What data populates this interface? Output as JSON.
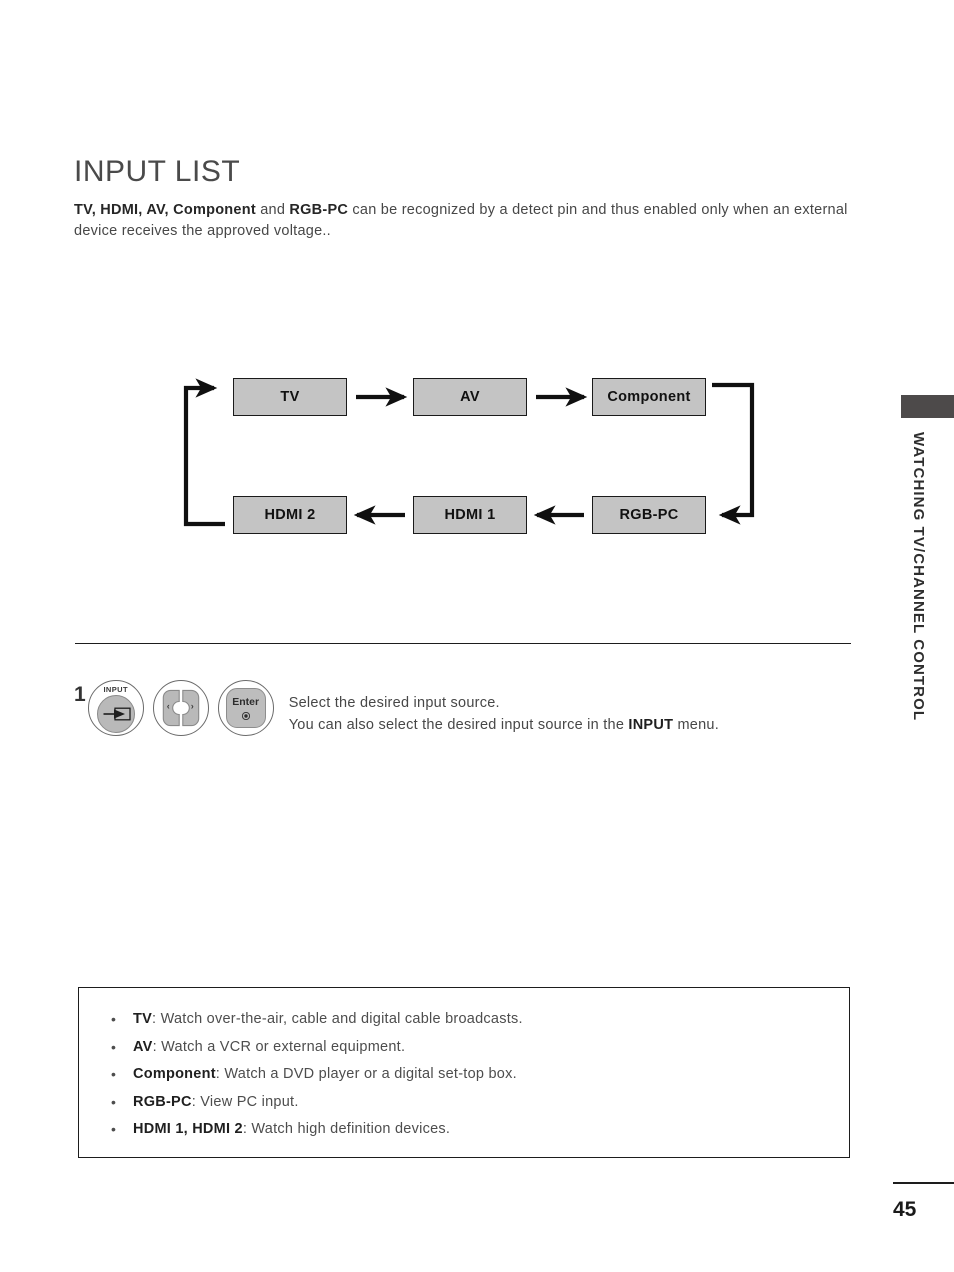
{
  "page": {
    "title": "INPUT LIST",
    "number": "45",
    "sidebar_label": "WATCHING TV/CHANNEL CONTROL"
  },
  "intro": {
    "bold_lead": "TV, HDMI, AV, Component",
    "mid": " and ",
    "bold_second": "RGB-PC",
    "rest": " can be recognized by a detect pin and thus enabled only when an external device receives the approved voltage.."
  },
  "diagram": {
    "type": "cycle-flow",
    "nodes": [
      {
        "id": "tv",
        "label": "TV"
      },
      {
        "id": "av",
        "label": "AV"
      },
      {
        "id": "component",
        "label": "Component"
      },
      {
        "id": "rgbpc",
        "label": "RGB-PC"
      },
      {
        "id": "hdmi1",
        "label": "HDMI 1"
      },
      {
        "id": "hdmi2",
        "label": "HDMI 2"
      }
    ],
    "flow_order": [
      "TV",
      "AV",
      "Component",
      "RGB-PC",
      "HDMI 1",
      "HDMI 2",
      "TV"
    ],
    "box_fill": "#c4c4c4",
    "box_border": "#1a1a1a"
  },
  "step": {
    "number": "1",
    "buttons": [
      {
        "icon": "input-button-icon",
        "label": "INPUT"
      },
      {
        "icon": "left-right-arrows-icon",
        "left_label": "‹",
        "right_label": "›"
      },
      {
        "icon": "enter-button-icon",
        "label": "Enter"
      }
    ],
    "line1": "Select the desired input source.",
    "line2_before": "You can also select the desired input source in the ",
    "line2_bold": "INPUT",
    "line2_after": " menu."
  },
  "notes": [
    {
      "term": "TV",
      "desc": ": Watch over-the-air, cable and digital cable broadcasts."
    },
    {
      "term": "AV",
      "desc": ": Watch a VCR or external equipment."
    },
    {
      "term": "Component",
      "desc": ": Watch a DVD player or a digital set-top box."
    },
    {
      "term": "RGB-PC",
      "desc": ": View PC input."
    },
    {
      "term": "HDMI 1, HDMI 2",
      "desc": ": Watch high definition devices."
    }
  ]
}
